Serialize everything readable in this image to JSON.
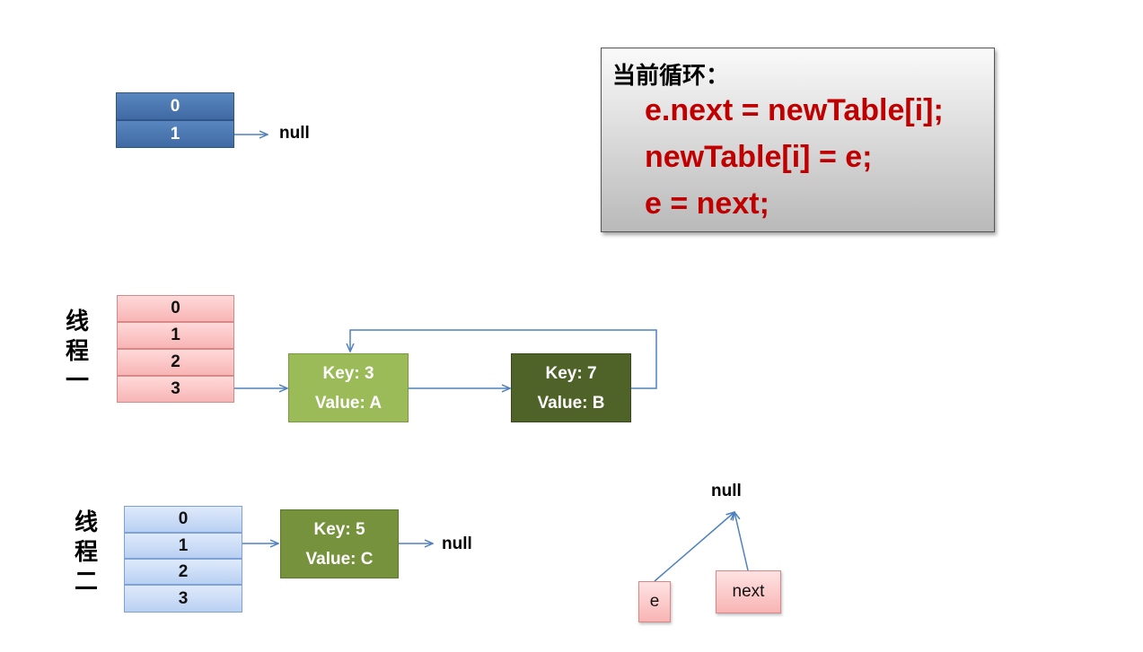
{
  "top_table": {
    "cells": [
      "0",
      "1"
    ],
    "null_label": "null"
  },
  "code_box": {
    "title": "当前循环：",
    "lines": [
      "e.next = newTable[i];",
      "newTable[i] = e;",
      "e = next;"
    ]
  },
  "thread_one": {
    "label": [
      "线",
      "程",
      "一"
    ],
    "cells": [
      "0",
      "1",
      "2",
      "3"
    ],
    "node_a": {
      "key": "Key: 3",
      "value": "Value: A"
    },
    "node_b": {
      "key": "Key: 7",
      "value": "Value: B"
    }
  },
  "thread_two": {
    "label": [
      "线",
      "程",
      "二"
    ],
    "cells": [
      "0",
      "1",
      "2",
      "3"
    ],
    "node_c": {
      "key": "Key: 5",
      "value": "Value: C"
    },
    "null_label": "null"
  },
  "pointers": {
    "null_label": "null",
    "e_label": "e",
    "next_label": "next"
  },
  "colors": {
    "arrow": "#4f81bd",
    "code_text": "#c00000",
    "node_light_green": "#9bbb59",
    "node_dark_green": "#4f6228",
    "node_mid_green": "#76923c"
  }
}
